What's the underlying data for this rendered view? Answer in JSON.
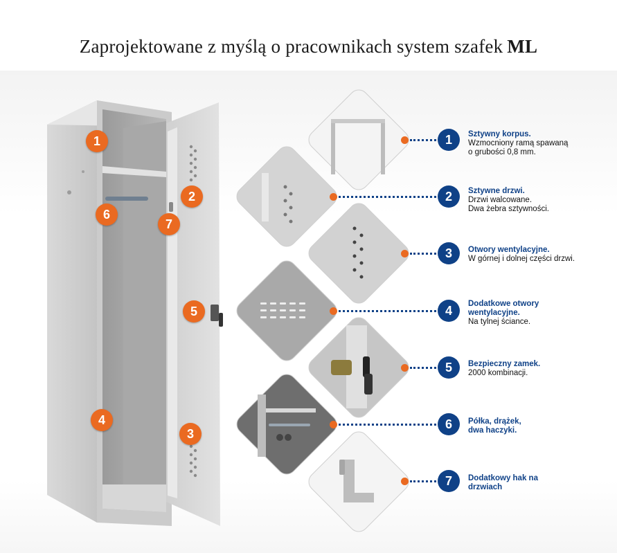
{
  "title": {
    "text": "Zaprojektowane z myślą o pracownikach system szafek",
    "bold": "ML"
  },
  "colors": {
    "orange": "#ea6a21",
    "blue": "#0f4187",
    "metal": "#c9c9c9"
  },
  "locker_badges": [
    "1",
    "2",
    "3",
    "4",
    "5",
    "6",
    "7"
  ],
  "features": [
    {
      "num": "1",
      "title": "Sztywny korpus.",
      "desc": [
        "Wzmocniony ramą spawaną",
        "o grubości 0,8 mm."
      ]
    },
    {
      "num": "2",
      "title": "Sztywne drzwi.",
      "desc": [
        "Drzwi walcowane.",
        "Dwa żebra sztywności."
      ]
    },
    {
      "num": "3",
      "title": "Otwory wentylacyjne.",
      "desc": [
        "W górnej i dolnej części drzwi."
      ]
    },
    {
      "num": "4",
      "title": "Dodatkowe otwory wentylacyjne.",
      "desc": [
        "Na tylnej ściance."
      ]
    },
    {
      "num": "5",
      "title": "Bezpieczny zamek.",
      "desc": [
        "2000 kombinacji."
      ]
    },
    {
      "num": "6",
      "title": "Półka, drążek, dwa haczyki.",
      "desc": []
    },
    {
      "num": "7",
      "title": "Dodatkowy hak na drzwiach",
      "desc": []
    }
  ]
}
